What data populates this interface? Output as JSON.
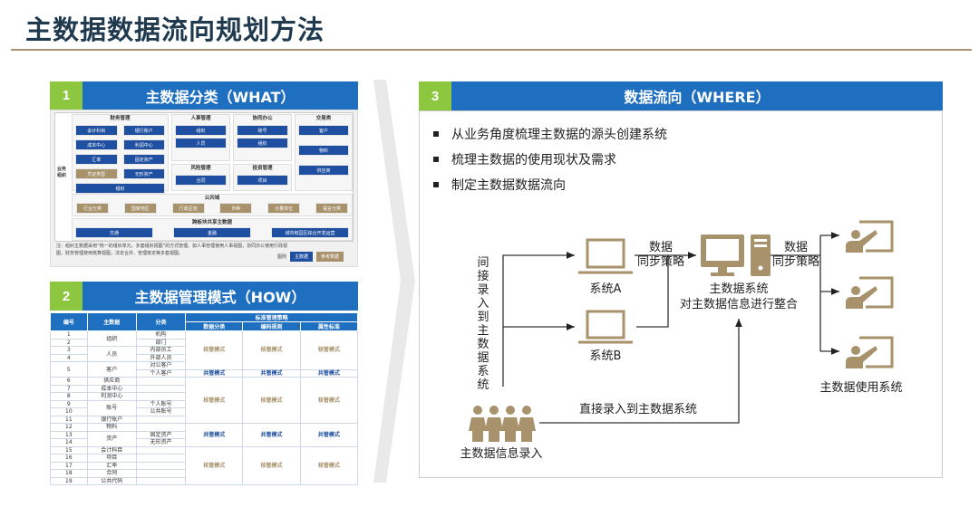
{
  "title": "主数据数据流向规划方法",
  "colors": {
    "title": "#1f3a4f",
    "accent_gold": "#a8926b",
    "header_blue": "#1e6fc0",
    "number_green": "#8dc63f",
    "item_blue": "#1f4fa0"
  },
  "panel1": {
    "number": "1",
    "title": "主数据分类（WHAT）",
    "side_label": "业务组织",
    "finance": {
      "title": "财务管理",
      "items": [
        "会计科目",
        "银行账户",
        "成本中心",
        "利润中心",
        "汇率",
        "固定资产",
        "凭证类型",
        "无形资产",
        "组织"
      ]
    },
    "hr": {
      "title": "人事管理",
      "items": [
        "组织",
        "人员"
      ]
    },
    "oa": {
      "title": "协同办公",
      "items": [
        "账号",
        "组织"
      ]
    },
    "risk": {
      "title": "风险管理",
      "items": [
        "合同"
      ]
    },
    "invest": {
      "title": "投资管理",
      "items": [
        "项目"
      ]
    },
    "trade": {
      "title": "交易类",
      "items": [
        "客户",
        "物料",
        "供应商"
      ]
    },
    "public": {
      "title": "公共域",
      "items": [
        "行业分类",
        "国家地区",
        "行政区划",
        "币种",
        "计量单位",
        "语言分类"
      ]
    },
    "shared": {
      "title": "跨板块共享主数据",
      "items": [
        "交通",
        "金融",
        "城市和园区综合开发运营"
      ]
    },
    "note": "注：组织主数据采用“统一的组织单元，多套组织视图”的方式管理。如人事管理使用人事视图，协同办公使用行政视图，财务管理使用核算视图，法定合并、管理核定等多套视图。",
    "legend": {
      "label": "图例",
      "master": "主数据",
      "reference": "参考数据"
    }
  },
  "panel2": {
    "number": "2",
    "title": "主数据管理模式（HOW）",
    "headers": {
      "no": "编号",
      "master": "主数据",
      "category": "分类",
      "strategy": "标准管理策略",
      "sub": [
        "数据分类",
        "编码规则",
        "属性标准"
      ]
    },
    "modes": [
      "核管模式",
      "共管模式"
    ],
    "rows": [
      {
        "no": "1",
        "master": "组织",
        "cat": "机构"
      },
      {
        "no": "2",
        "cat": "部门"
      },
      {
        "no": "3",
        "master": "人员",
        "cat": "内部员工"
      },
      {
        "no": "4",
        "cat": "外部人员"
      },
      {
        "no": "5",
        "master": "客户",
        "cat": "对公客户"
      },
      {
        "cat": "个人客户"
      },
      {
        "no": "6",
        "master": "供应商",
        "cat": ""
      },
      {
        "no": "7",
        "master": "成本中心",
        "cat": ""
      },
      {
        "no": "8",
        "master": "利润中心",
        "cat": ""
      },
      {
        "no": "9",
        "master": "账号",
        "cat": "个人账号"
      },
      {
        "no": "10",
        "cat": "公共账号"
      },
      {
        "no": "11",
        "master": "银行账户",
        "cat": ""
      },
      {
        "no": "12",
        "master": "物料",
        "cat": ""
      },
      {
        "no": "13",
        "master": "资产",
        "cat": "固定资产"
      },
      {
        "no": "14",
        "cat": "无形资产"
      },
      {
        "no": "15",
        "master": "会计科目",
        "cat": ""
      },
      {
        "no": "16",
        "master": "项目",
        "cat": ""
      },
      {
        "no": "17",
        "master": "汇率",
        "cat": ""
      },
      {
        "no": "18",
        "master": "合同",
        "cat": ""
      },
      {
        "no": "19",
        "master": "公共代码",
        "cat": ""
      }
    ]
  },
  "panel3": {
    "number": "3",
    "title": "数据流向（WHERE）",
    "bullets": [
      "从业务角度梳理主数据的源头创建系统",
      "梳理主数据的使用现状及需求",
      "制定主数据数据流向"
    ],
    "diagram": {
      "indirect": "间接录入到主数据系统",
      "system_a": "系统A",
      "system_b": "系统B",
      "sync1": [
        "数据",
        "同步策略"
      ],
      "sync2": [
        "数据",
        "同步策略"
      ],
      "mdm": "主数据系统",
      "mdm_desc": "对主数据信息进行整合",
      "consumers": "主数据使用系统",
      "direct": "直接录入到主数据系统",
      "input": "主数据信息录入"
    }
  }
}
